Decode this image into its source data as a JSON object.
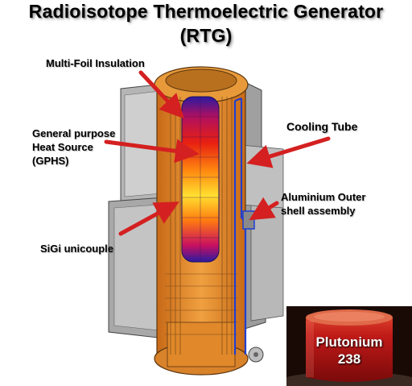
{
  "title": {
    "line1": "Radioisotope Thermoelectric Generator",
    "line2": "(RTG)"
  },
  "labels": {
    "multi_foil": "Multi-Foil Insulation",
    "gphs": [
      "General purpose",
      "Heat Source",
      "(GPHS)"
    ],
    "sigi": "SiGi unicouple",
    "cooling": "Cooling Tube",
    "aluminium": [
      "Aluminium Outer",
      "shell assembly"
    ]
  },
  "photo": {
    "lines": [
      "Plutonium",
      "238"
    ]
  },
  "colors": {
    "arrow": "#d42020",
    "fin": "#9a9a9a",
    "core_orange": "#e8902a",
    "cooling_blue": "#1f3fd0",
    "heat_top": "#2a1aa0",
    "heat_mid": "#ffe030",
    "plutonium": "#b01818"
  },
  "icons": [
    "arrow-icon"
  ]
}
